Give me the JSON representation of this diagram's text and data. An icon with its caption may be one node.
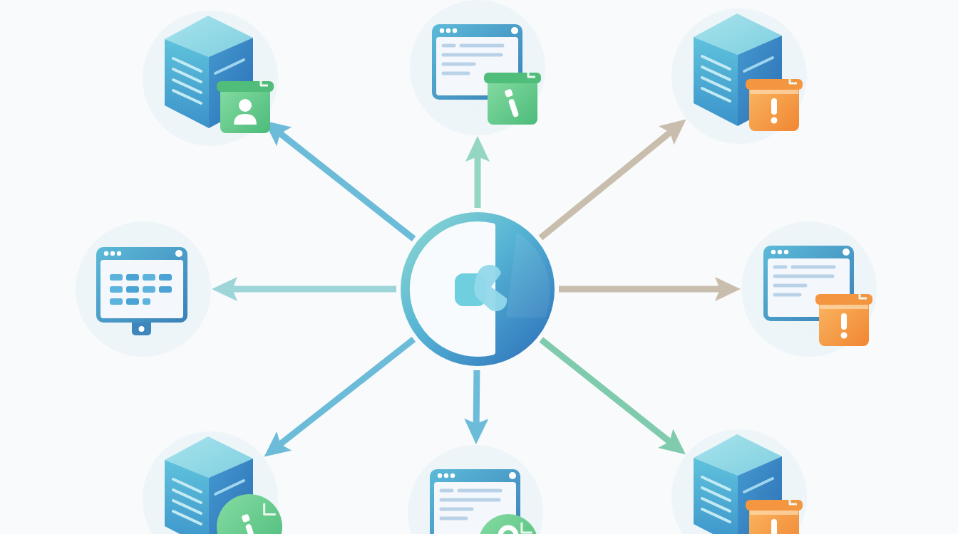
{
  "diagram": {
    "nodes": [
      {
        "text": [],
        "shape": "picture"
      },
      {
        "text": [],
        "shape": "picture"
      },
      {
        "text": [],
        "shape": "picture"
      },
      {
        "text": [],
        "shape": "picture"
      },
      {
        "text": [],
        "shape": "picture"
      },
      {
        "text": [],
        "shape": "picture"
      },
      {
        "text": [],
        "shape": "picture"
      },
      {
        "text": [],
        "shape": "picture"
      },
      {
        "text": [],
        "shape": "picture"
      }
    ],
    "edges": [
      {
        "from": 4,
        "to": 0,
        "arrow": "to"
      },
      {
        "from": 4,
        "to": 1,
        "arrow": "to",
        "color": "#94d6c3"
      },
      {
        "from": 4,
        "to": 2,
        "arrow": "to",
        "color": "#c9bdae"
      },
      {
        "from": 4,
        "to": 3,
        "arrow": "to",
        "color": "#9dd5d9"
      },
      {
        "from": 4,
        "to": 5,
        "arrow": "to",
        "color": "#c9bdae"
      },
      {
        "from": 4,
        "to": 6,
        "arrow": "to"
      },
      {
        "from": 4,
        "to": 7,
        "arrow": "to"
      },
      {
        "from": 4,
        "to": 8,
        "arrow": "to",
        "color": "#80cbae"
      }
    ]
  }
}
